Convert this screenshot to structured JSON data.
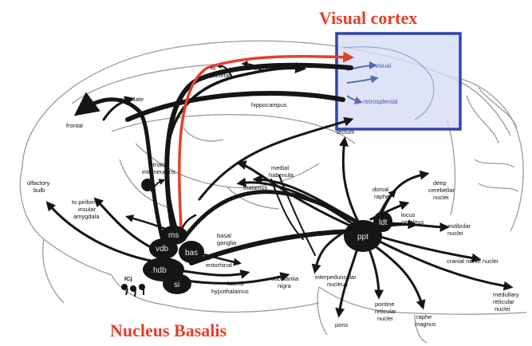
{
  "titles": {
    "visual_cortex": "Visual cortex",
    "nucleus_basalis": "Nucleus Basalis"
  },
  "visual_box": {
    "visual": "visual",
    "retrosplenial": "retrosplenial"
  },
  "nuclei": {
    "ms": "ms",
    "vdb": "vdb",
    "bas": "bas",
    "hdb": "hdb",
    "si": "si",
    "ppt": "ppt",
    "ldt": "ldt",
    "ici": "ICj"
  },
  "labels": {
    "to_parietal_1": "to",
    "to_parietal_2": "parietal",
    "to_temporal": "to temporal",
    "cingulate": "cingulate",
    "frontal": "frontal",
    "hippocampus": "hippocampus",
    "tectum": "tectum",
    "striatal_1": "striatal",
    "striatal_2": "interneurons",
    "medial_1": "medial",
    "medial_2": "habenula",
    "thalamus": "thalamus",
    "olfactory_1": "olfactory",
    "olfactory_2": "bulb",
    "piriform_1": "to piriform",
    "piriform_2": "insular",
    "piriform_3": "amygdala",
    "basal_1": "basal",
    "basal_2": "ganglia",
    "entorhinal_1": "to",
    "entorhinal_2": "entorhinal",
    "lateral_1": "lateral",
    "lateral_2": "hypothalamus",
    "substantia_1": "substantia",
    "substantia_2": "nigra",
    "interped_1": "interpeduncular",
    "interped_2": "nucleus",
    "dorsal_1": "dorsal",
    "dorsal_2": "raphe",
    "locus_1": "locus",
    "locus_2": "ceruleus",
    "deep_1": "deep",
    "deep_2": "cerebellar",
    "deep_3": "nuclei",
    "vestib_1": "vestibular",
    "vestib_2": "nuclei",
    "cranial": "cranial nerve nuclei",
    "pontine_1": "pontine",
    "pontine_2": "reticular",
    "pontine_3": "nuclei",
    "pons": "pons",
    "raphe_1": "raphe",
    "raphe_2": "magnus",
    "medullary_1": "medullary",
    "medullary_2": "reticular",
    "medullary_3": "nuclei"
  },
  "colors": {
    "pathway": "#151515",
    "highlight_path": "#e2402a",
    "visual_box_border": "#3344aa",
    "visual_box_fill": "#d6dcf5",
    "outline": "#9a9a9a"
  }
}
